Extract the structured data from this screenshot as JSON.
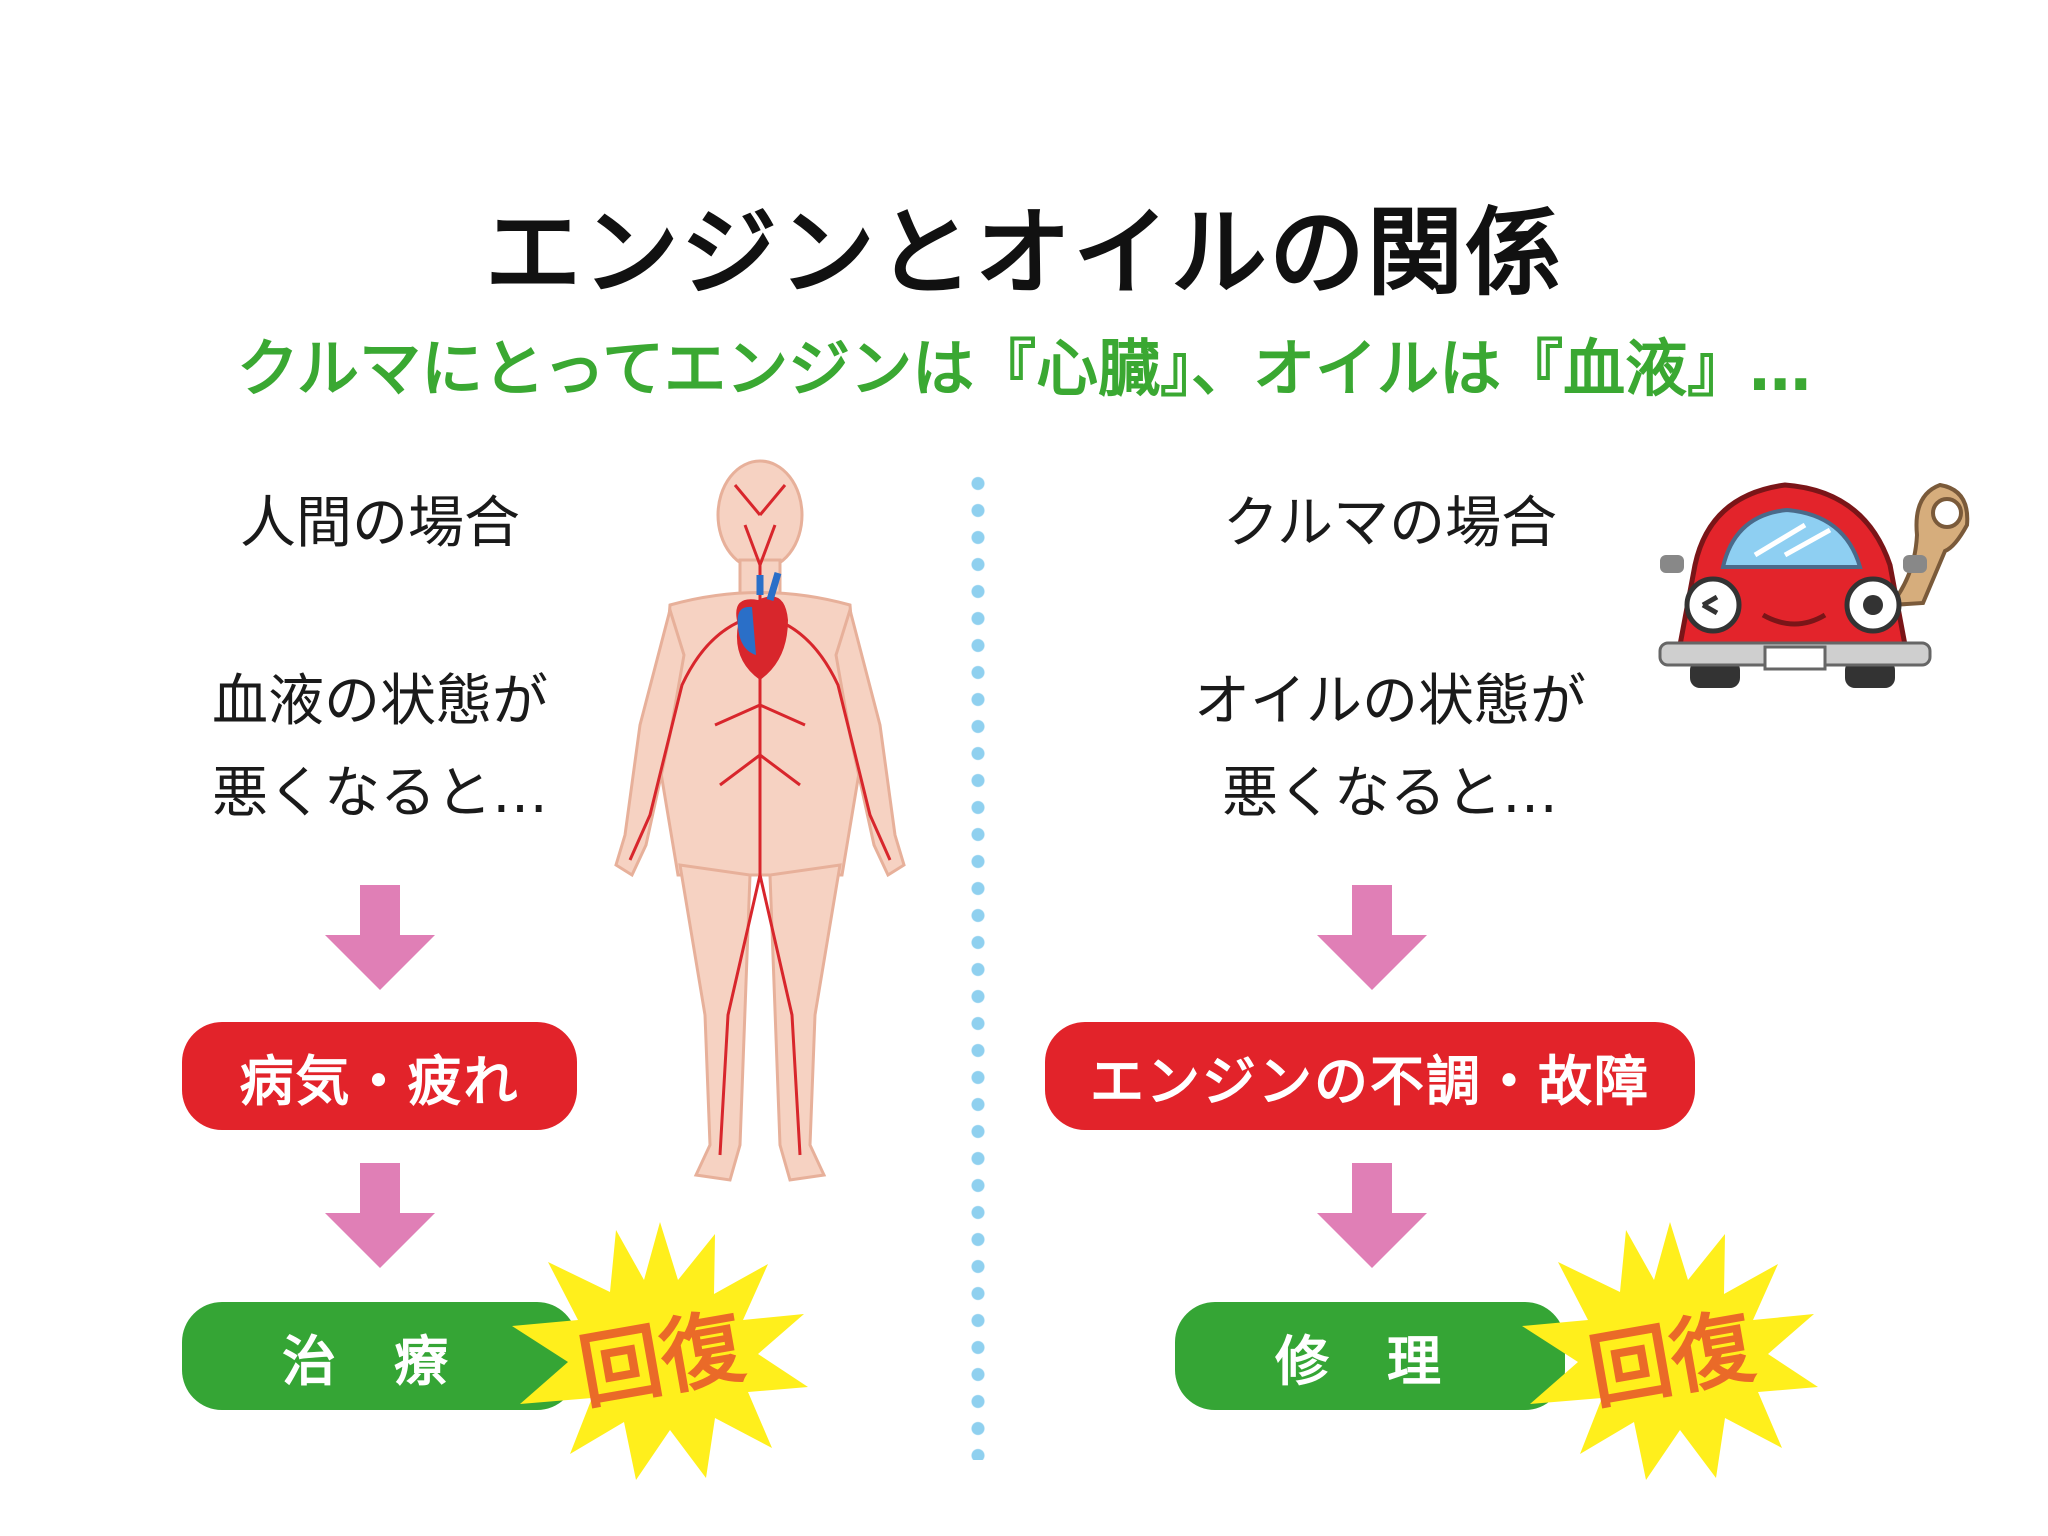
{
  "title": "エンジンとオイルの関係",
  "subtitle": "クルマにとってエンジンは『心臓』、オイルは『血液』…",
  "left": {
    "heading": "人間の場合",
    "condition_line1": "血液の状態が",
    "condition_line2": "悪くなると…",
    "problem": "病気・疲れ",
    "solution": "治　療",
    "burst": "回復"
  },
  "right": {
    "heading": "クルマの場合",
    "condition_line1": "オイルの状態が",
    "condition_line2": "悪くなると…",
    "problem": "エンジンの不調・故障",
    "solution": "修　理",
    "burst": "回復"
  },
  "colors": {
    "subtitle_green": "#3aa832",
    "arrow_pink": "#e07fb6",
    "pill_red": "#e2232a",
    "pill_green": "#35a535",
    "burst_yellow": "#ffef1c",
    "burst_text_orange": "#ea6a28",
    "divider_blue": "#8fd0ef"
  },
  "icons": [
    "anatomy-illustration",
    "car-mascot-illustration",
    "down-arrow-icon",
    "starburst-icon"
  ]
}
